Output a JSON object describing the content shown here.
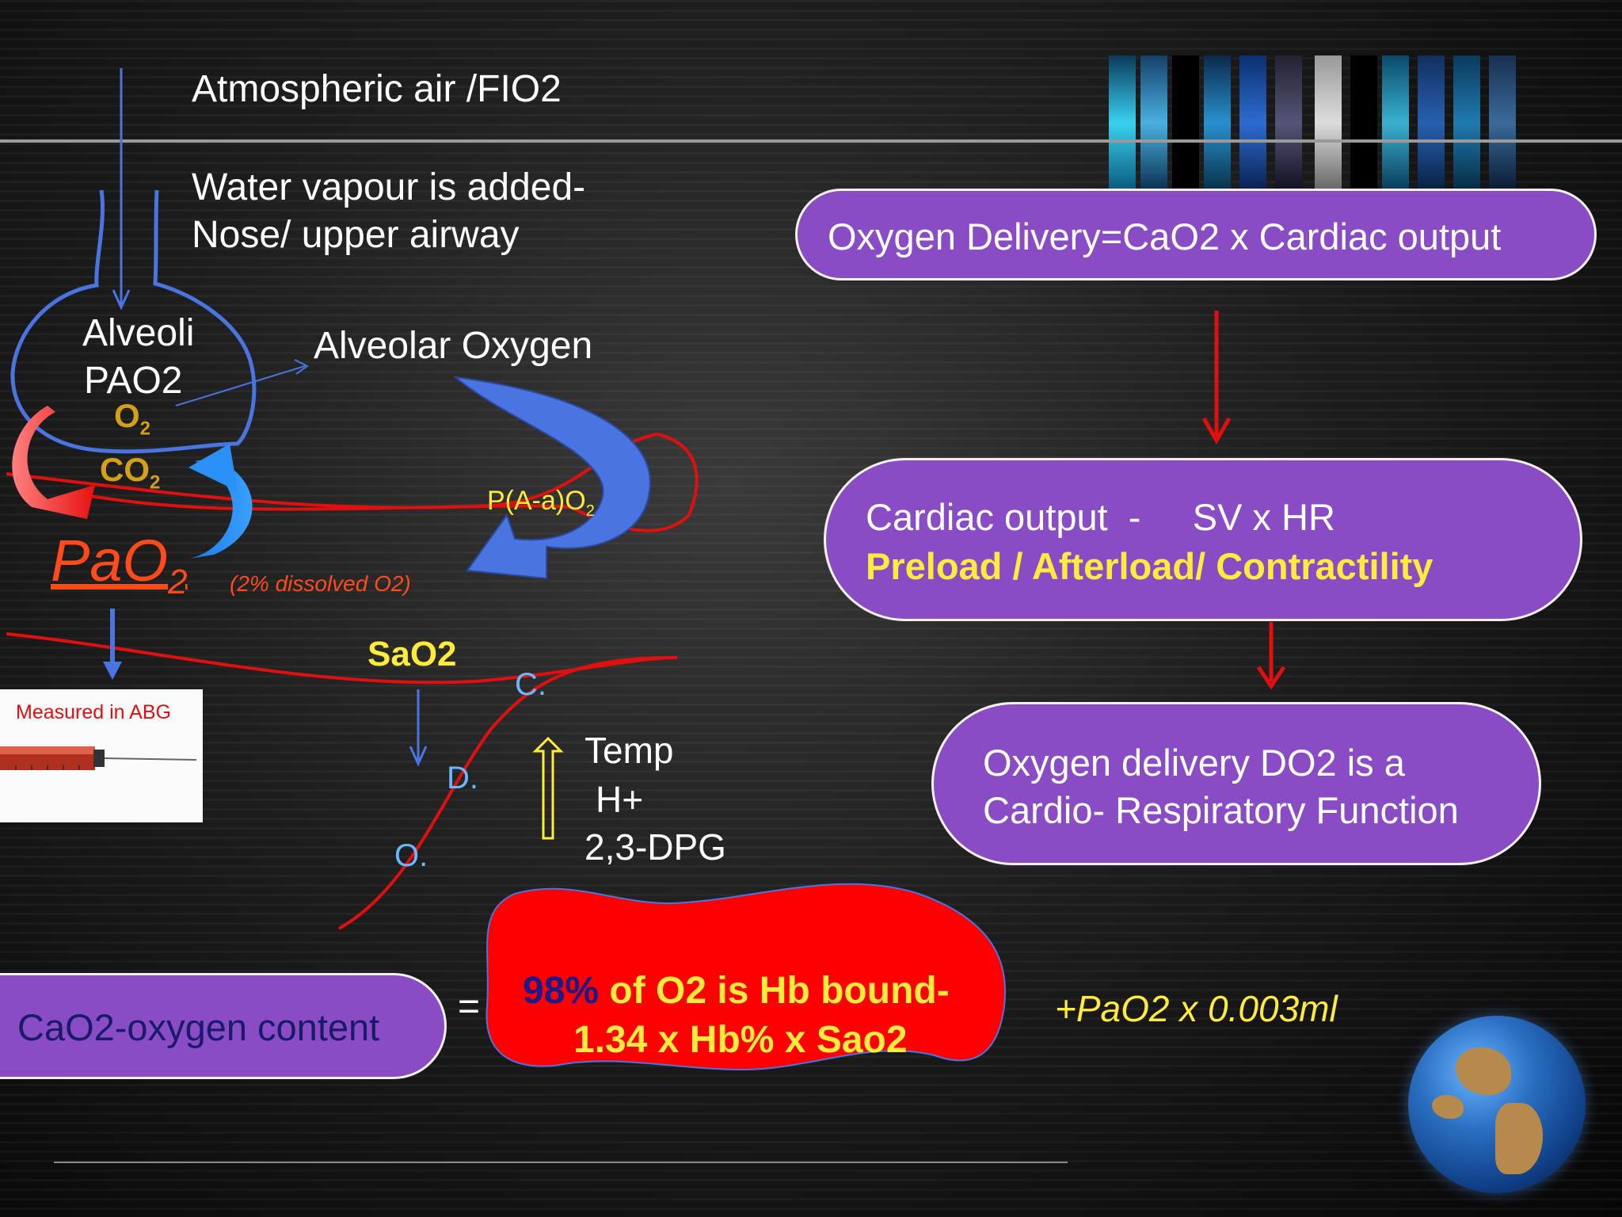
{
  "labels": {
    "atmospheric": "Atmospheric air /FIO2",
    "water_line1": "Water vapour is added-",
    "water_line2": "Nose/ upper airway",
    "alveoli": "Alveoli",
    "pao2_upper": "PAO2",
    "alveolar_oxygen": "Alveolar Oxygen",
    "o2": "O",
    "o2_sub": "2",
    "co2": "CO",
    "co2_sub": "2",
    "pao2_main": "PaO",
    "pao2_main_sub": "2",
    "dissolved": "(2% dissolved O2)",
    "gradient": "P(A-a)O",
    "gradient_sub": "2",
    "measured_abg": "Measured in ABG",
    "sao2": "SaO2",
    "curve_c": "C.",
    "curve_d": "D.",
    "curve_o": "O.",
    "temp": "Temp",
    "h_plus": "H+",
    "dpg": "2,3-DPG"
  },
  "flow": {
    "delivery": "Oxygen Delivery=CaO2 x Cardiac output",
    "cardiac_line1": "Cardiac output  -     SV x HR",
    "cardiac_line2": "Preload / Afterload/ Contractility",
    "do2_line1": "Oxygen delivery DO2 is a",
    "do2_line2": "Cardio- Respiratory Function"
  },
  "content": {
    "cao2": "CaO2-oxygen content",
    "equals": "=",
    "hb_percent": "98%",
    "hb_rest": " of O2 is Hb bound-",
    "hb_line2": "1.34 x Hb% x Sao2",
    "dissolved_term": "+PaO2 x 0.003ml"
  },
  "colors": {
    "pill": "#8a4cc4",
    "red": "#e60000",
    "yellow": "#ffeb3b",
    "blue_arrow": "#4a74e0",
    "label_blue": "#6cb8ff",
    "orange_red": "#ff4a1a",
    "gold": "#d4a017"
  }
}
